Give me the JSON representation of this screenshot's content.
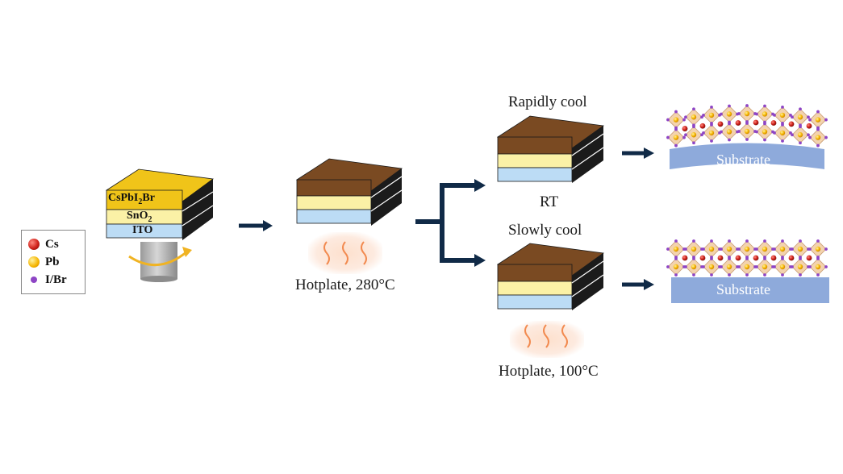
{
  "legend": {
    "items": [
      {
        "label": "Cs",
        "color": "#d0231c"
      },
      {
        "label": "Pb",
        "color": "#f5b400"
      },
      {
        "label": "I/Br",
        "color": "#8e45c5"
      }
    ]
  },
  "device": {
    "layer_top_main": "CsPbI",
    "layer_top_sub1": "2",
    "layer_top_tail": "Br",
    "layer_mid_main": "SnO",
    "layer_mid_sub": "2",
    "layer_bottom": "ITO"
  },
  "steps": {
    "hotplate_anneal": "Hotplate, 280°C",
    "rapid_title": "Rapidly cool",
    "rapid_condition": "RT",
    "slow_title": "Slowly cool",
    "slow_condition": "Hotplate, 100°C"
  },
  "substrate_label": "Substrate",
  "colors": {
    "perovskite_gold": "#f0c419",
    "perovskite_brown": "#7a4a22",
    "sno2_yellow": "#fbf1a6",
    "ito_blue": "#bcdcf5",
    "arrow_navy": "#102a47",
    "substrate_blue": "#8eaadb",
    "heat_orange": "#f28a4f"
  }
}
